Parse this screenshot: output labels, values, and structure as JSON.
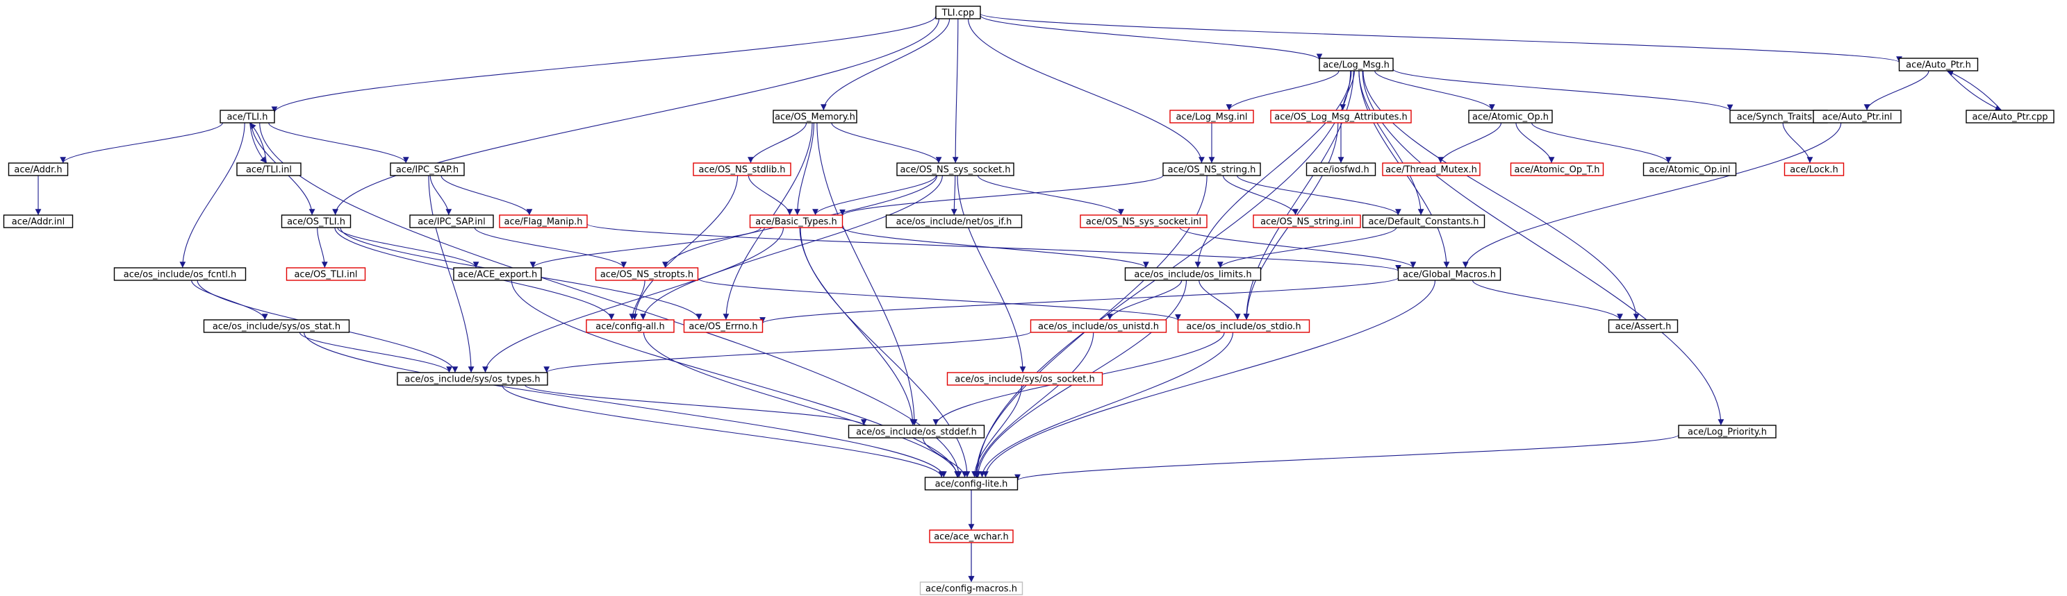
{
  "colors": {
    "edge": "#1a1a8c",
    "border_normal": "#000000",
    "border_truncated": "#e00000",
    "border_muted": "#bfbfbf",
    "fill_root": "#bfbfbf",
    "fill_normal": "#ffffff"
  },
  "nodes": [
    {
      "id": "tli_cpp",
      "label": "TLI.cpp",
      "kind": "root"
    },
    {
      "id": "tli_h",
      "label": "ace/TLI.h",
      "kind": "normal"
    },
    {
      "id": "os_memory_h",
      "label": "ace/OS_Memory.h",
      "kind": "normal"
    },
    {
      "id": "os_ns_sys_socket_h",
      "label": "ace/OS_NS_sys_socket.h",
      "kind": "normal"
    },
    {
      "id": "log_msg_h",
      "label": "ace/Log_Msg.h",
      "kind": "normal"
    },
    {
      "id": "auto_ptr_h",
      "label": "ace/Auto_Ptr.h",
      "kind": "normal"
    },
    {
      "id": "log_msg_inl",
      "label": "ace/Log_Msg.inl",
      "kind": "truncated"
    },
    {
      "id": "os_log_msg_attributes_h",
      "label": "ace/OS_Log_Msg_Attributes.h",
      "kind": "truncated"
    },
    {
      "id": "atomic_op_h",
      "label": "ace/Atomic_Op.h",
      "kind": "normal"
    },
    {
      "id": "synch_traits_h",
      "label": "ace/Synch_Traits.h",
      "kind": "normal"
    },
    {
      "id": "auto_ptr_inl",
      "label": "ace/Auto_Ptr.inl",
      "kind": "normal"
    },
    {
      "id": "auto_ptr_cpp",
      "label": "ace/Auto_Ptr.cpp",
      "kind": "normal"
    },
    {
      "id": "addr_h",
      "label": "ace/Addr.h",
      "kind": "normal"
    },
    {
      "id": "tli_inl",
      "label": "ace/TLI.inl",
      "kind": "normal"
    },
    {
      "id": "ipc_sap_h",
      "label": "ace/IPC_SAP.h",
      "kind": "normal"
    },
    {
      "id": "os_ns_stdlib_h",
      "label": "ace/OS_NS_stdlib.h",
      "kind": "truncated"
    },
    {
      "id": "os_ns_string_h",
      "label": "ace/OS_NS_string.h",
      "kind": "normal"
    },
    {
      "id": "iosfwd_h",
      "label": "ace/iosfwd.h",
      "kind": "normal"
    },
    {
      "id": "thread_mutex_h",
      "label": "ace/Thread_Mutex.h",
      "kind": "truncated"
    },
    {
      "id": "atomic_op_t_h",
      "label": "ace/Atomic_Op_T.h",
      "kind": "truncated"
    },
    {
      "id": "atomic_op_inl",
      "label": "ace/Atomic_Op.inl",
      "kind": "normal"
    },
    {
      "id": "lock_h",
      "label": "ace/Lock.h",
      "kind": "truncated"
    },
    {
      "id": "addr_inl",
      "label": "ace/Addr.inl",
      "kind": "normal"
    },
    {
      "id": "os_tli_h",
      "label": "ace/OS_TLI.h",
      "kind": "normal"
    },
    {
      "id": "ipc_sap_inl",
      "label": "ace/IPC_SAP.inl",
      "kind": "normal"
    },
    {
      "id": "flag_manip_h",
      "label": "ace/Flag_Manip.h",
      "kind": "truncated"
    },
    {
      "id": "basic_types_h",
      "label": "ace/Basic_Types.h",
      "kind": "truncated"
    },
    {
      "id": "os_if_h",
      "label": "ace/os_include/net/os_if.h",
      "kind": "normal"
    },
    {
      "id": "os_ns_sys_socket_inl",
      "label": "ace/OS_NS_sys_socket.inl",
      "kind": "truncated"
    },
    {
      "id": "os_ns_string_inl",
      "label": "ace/OS_NS_string.inl",
      "kind": "truncated"
    },
    {
      "id": "default_constants_h",
      "label": "ace/Default_Constants.h",
      "kind": "normal"
    },
    {
      "id": "os_fcntl_h",
      "label": "ace/os_include/os_fcntl.h",
      "kind": "normal"
    },
    {
      "id": "os_tli_inl",
      "label": "ace/OS_TLI.inl",
      "kind": "truncated"
    },
    {
      "id": "ace_export_h",
      "label": "ace/ACE_export.h",
      "kind": "normal"
    },
    {
      "id": "os_ns_stropts_h",
      "label": "ace/OS_NS_stropts.h",
      "kind": "truncated"
    },
    {
      "id": "os_limits_h",
      "label": "ace/os_include/os_limits.h",
      "kind": "normal"
    },
    {
      "id": "global_macros_h",
      "label": "ace/Global_Macros.h",
      "kind": "normal"
    },
    {
      "id": "os_stat_h",
      "label": "ace/os_include/sys/os_stat.h",
      "kind": "normal"
    },
    {
      "id": "config_all_h",
      "label": "ace/config-all.h",
      "kind": "truncated"
    },
    {
      "id": "os_errno_h",
      "label": "ace/OS_Errno.h",
      "kind": "truncated"
    },
    {
      "id": "os_unistd_h",
      "label": "ace/os_include/os_unistd.h",
      "kind": "truncated"
    },
    {
      "id": "os_stdio_h",
      "label": "ace/os_include/os_stdio.h",
      "kind": "truncated"
    },
    {
      "id": "assert_h",
      "label": "ace/Assert.h",
      "kind": "normal"
    },
    {
      "id": "os_types_h",
      "label": "ace/os_include/sys/os_types.h",
      "kind": "normal"
    },
    {
      "id": "os_socket_h",
      "label": "ace/os_include/sys/os_socket.h",
      "kind": "truncated"
    },
    {
      "id": "os_stddef_h",
      "label": "ace/os_include/os_stddef.h",
      "kind": "normal"
    },
    {
      "id": "log_priority_h",
      "label": "ace/Log_Priority.h",
      "kind": "normal"
    },
    {
      "id": "config_lite_h",
      "label": "ace/config-lite.h",
      "kind": "normal"
    },
    {
      "id": "ace_wchar_h",
      "label": "ace/ace_wchar.h",
      "kind": "truncated"
    },
    {
      "id": "config_macros_h",
      "label": "ace/config-macros.h",
      "kind": "muted"
    }
  ],
  "edges": [
    [
      "tli_cpp",
      "tli_h"
    ],
    [
      "tli_cpp",
      "os_memory_h"
    ],
    [
      "tli_cpp",
      "os_ns_sys_socket_h"
    ],
    [
      "tli_cpp",
      "log_msg_h"
    ],
    [
      "tli_cpp",
      "auto_ptr_h"
    ],
    [
      "tli_cpp",
      "os_tli_h"
    ],
    [
      "tli_cpp",
      "os_ns_string_h"
    ],
    [
      "tli_h",
      "addr_h"
    ],
    [
      "tli_h",
      "tli_inl"
    ],
    [
      "tli_h",
      "ipc_sap_h"
    ],
    [
      "tli_h",
      "os_tli_h"
    ],
    [
      "tli_h",
      "os_fcntl_h"
    ],
    [
      "tli_h",
      "config_lite_h"
    ],
    [
      "tli_inl",
      "tli_h"
    ],
    [
      "addr_h",
      "addr_inl"
    ],
    [
      "ipc_sap_h",
      "ipc_sap_inl"
    ],
    [
      "ipc_sap_h",
      "flag_manip_h"
    ],
    [
      "ipc_sap_h",
      "os_types_h"
    ],
    [
      "ipc_sap_inl",
      "os_ns_stropts_h"
    ],
    [
      "flag_manip_h",
      "global_macros_h"
    ],
    [
      "os_tli_h",
      "os_tli_inl"
    ],
    [
      "os_tli_h",
      "ace_export_h"
    ],
    [
      "os_tli_h",
      "config_all_h"
    ],
    [
      "os_tli_h",
      "os_errno_h"
    ],
    [
      "os_fcntl_h",
      "os_stat_h"
    ],
    [
      "os_fcntl_h",
      "os_types_h"
    ],
    [
      "os_stat_h",
      "os_types_h"
    ],
    [
      "os_stat_h",
      "config_lite_h"
    ],
    [
      "os_memory_h",
      "os_ns_stdlib_h"
    ],
    [
      "os_memory_h",
      "basic_types_h"
    ],
    [
      "os_memory_h",
      "os_errno_h"
    ],
    [
      "os_memory_h",
      "os_stddef_h"
    ],
    [
      "os_ns_stdlib_h",
      "basic_types_h"
    ],
    [
      "os_ns_stdlib_h",
      "config_all_h"
    ],
    [
      "os_ns_sys_socket_h",
      "basic_types_h"
    ],
    [
      "os_ns_sys_socket_h",
      "os_if_h"
    ],
    [
      "os_ns_sys_socket_h",
      "os_ns_sys_socket_inl"
    ],
    [
      "os_ns_sys_socket_h",
      "os_ns_stropts_h"
    ],
    [
      "os_ns_sys_socket_h",
      "os_socket_h"
    ],
    [
      "os_ns_sys_socket_h",
      "config_all_h"
    ],
    [
      "basic_types_h",
      "ace_export_h"
    ],
    [
      "basic_types_h",
      "os_limits_h"
    ],
    [
      "basic_types_h",
      "os_types_h"
    ],
    [
      "basic_types_h",
      "os_stddef_h"
    ],
    [
      "basic_types_h",
      "config_lite_h"
    ],
    [
      "ace_export_h",
      "config_lite_h"
    ],
    [
      "os_ns_stropts_h",
      "config_all_h"
    ],
    [
      "os_ns_stropts_h",
      "os_stdio_h"
    ],
    [
      "config_all_h",
      "config_lite_h"
    ],
    [
      "os_ns_sys_socket_inl",
      "global_macros_h"
    ],
    [
      "os_ns_string_h",
      "basic_types_h"
    ],
    [
      "os_ns_string_h",
      "os_ns_string_inl"
    ],
    [
      "os_ns_string_h",
      "default_constants_h"
    ],
    [
      "os_ns_string_h",
      "config_lite_h"
    ],
    [
      "default_constants_h",
      "os_limits_h"
    ],
    [
      "os_limits_h",
      "os_unistd_h"
    ],
    [
      "os_limits_h",
      "os_stdio_h"
    ],
    [
      "os_limits_h",
      "config_lite_h"
    ],
    [
      "os_unistd_h",
      "os_types_h"
    ],
    [
      "os_unistd_h",
      "config_lite_h"
    ],
    [
      "os_stdio_h",
      "os_stddef_h"
    ],
    [
      "os_stdio_h",
      "config_lite_h"
    ],
    [
      "os_types_h",
      "os_stddef_h"
    ],
    [
      "os_types_h",
      "config_lite_h"
    ],
    [
      "os_socket_h",
      "config_lite_h"
    ],
    [
      "os_stddef_h",
      "config_lite_h"
    ],
    [
      "log_msg_h",
      "log_msg_inl"
    ],
    [
      "log_msg_h",
      "os_log_msg_attributes_h"
    ],
    [
      "log_msg_h",
      "atomic_op_h"
    ],
    [
      "log_msg_h",
      "synch_traits_h"
    ],
    [
      "log_msg_h",
      "global_macros_h"
    ],
    [
      "log_msg_h",
      "default_constants_h"
    ],
    [
      "log_msg_h",
      "log_priority_h"
    ],
    [
      "log_msg_h",
      "os_limits_h"
    ],
    [
      "log_msg_h",
      "os_stdio_h"
    ],
    [
      "log_msg_h",
      "config_lite_h"
    ],
    [
      "log_msg_inl",
      "os_ns_string_h"
    ],
    [
      "os_log_msg_attributes_h",
      "iosfwd_h"
    ],
    [
      "os_log_msg_attributes_h",
      "os_stdio_h"
    ],
    [
      "atomic_op_h",
      "thread_mutex_h"
    ],
    [
      "atomic_op_h",
      "atomic_op_t_h"
    ],
    [
      "atomic_op_h",
      "atomic_op_inl"
    ],
    [
      "synch_traits_h",
      "lock_h"
    ],
    [
      "auto_ptr_h",
      "auto_ptr_inl"
    ],
    [
      "auto_ptr_h",
      "auto_ptr_cpp"
    ],
    [
      "auto_ptr_cpp",
      "auto_ptr_h"
    ],
    [
      "auto_ptr_inl",
      "global_macros_h"
    ],
    [
      "global_macros_h",
      "assert_h"
    ],
    [
      "global_macros_h",
      "os_errno_h"
    ],
    [
      "global_macros_h",
      "config_lite_h"
    ],
    [
      "log_priority_h",
      "config_lite_h"
    ],
    [
      "config_lite_h",
      "ace_wchar_h"
    ],
    [
      "config_lite_h",
      "config_macros_h"
    ],
    [
      "ace_wchar_h",
      "config_macros_h"
    ],
    [
      "os_memory_h",
      "os_ns_sys_socket_h"
    ],
    [
      "log_msg_h",
      "assert_h"
    ]
  ]
}
